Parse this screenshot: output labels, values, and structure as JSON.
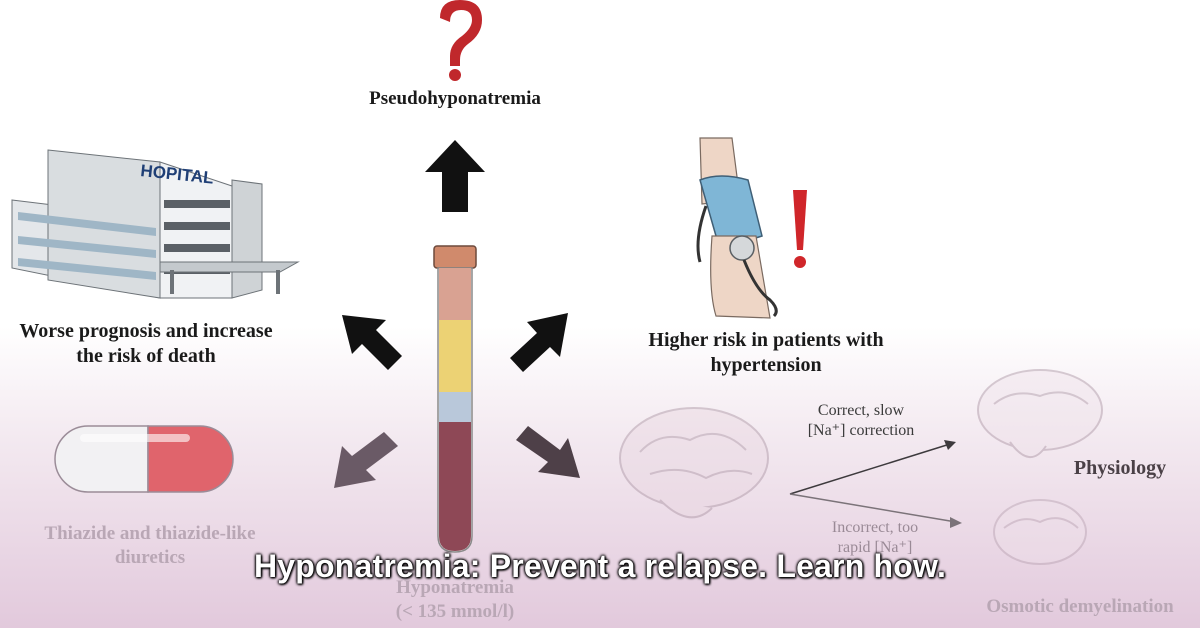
{
  "labels": {
    "pseudo": "Pseudohyponatremia",
    "prognosis_line1": "Worse prognosis and increase",
    "prognosis_line2": "the risk of death",
    "hypertension_line1": "Higher risk in patients with",
    "hypertension_line2": "hypertension",
    "thiazide_line1": "Thiazide and thiazide-like",
    "thiazide_line2": "diuretics",
    "correct_line1": "Correct, slow",
    "correct_line2": "[Na⁺] correction",
    "incorrect_line1": "Incorrect, too",
    "incorrect_line2": "rapid [Na⁺]",
    "physiology": "Physiology",
    "osmotic": "Osmotic demyelination",
    "hypo_center": "Hyponatremia",
    "hypo_threshold": "(< 135 mmol/l)",
    "hospital_sign": "HOPITAL"
  },
  "caption": "Hyponatremia: Prevent a relapse.  Learn how.",
  "colors": {
    "question_mark": "#c0282c",
    "exclamation": "#d0262a",
    "arrow": "#111111",
    "faded_text": "#b9a7b5"
  },
  "icons": [
    "question-mark-icon",
    "hospital-icon",
    "blood-pressure-cuff-icon",
    "exclamation-icon",
    "pill-capsule-icon",
    "test-tube-icon",
    "brain-icon"
  ]
}
